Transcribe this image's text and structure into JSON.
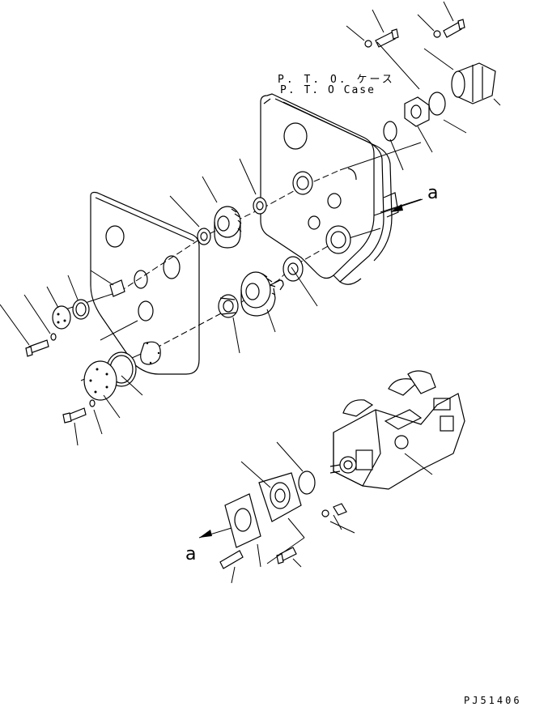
{
  "labels": {
    "case_jp": "P. T. O. ケース",
    "case_en": "P. T. O Case",
    "ref_a_right": "a",
    "ref_a_left": "a",
    "drawing_code": "PJ51406"
  }
}
